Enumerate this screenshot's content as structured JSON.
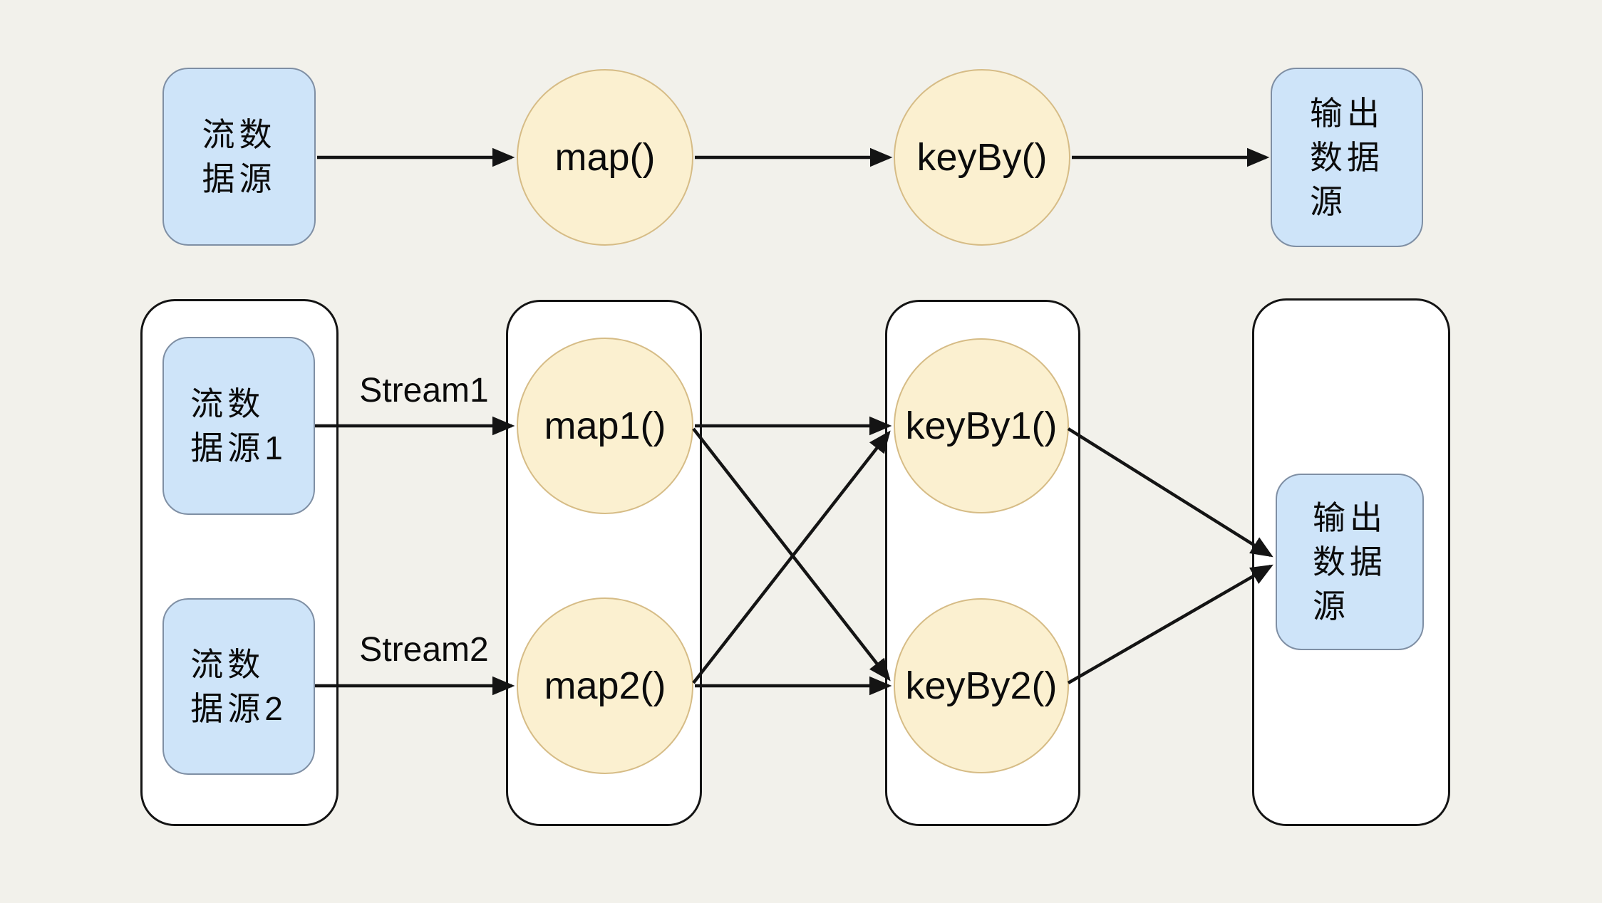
{
  "palette": {
    "background": "#F2F1EB",
    "node_blue_fill": "#CEE4F9",
    "node_blue_border": "#7F8FA4",
    "node_yellow_fill": "#FBF0D0",
    "node_yellow_border": "#D6BC86",
    "container_fill": "#FFFFFF",
    "container_border": "#141414",
    "arrow_color": "#141414",
    "text_color": "#0B0B0B"
  },
  "top_flow": {
    "source": "流数\n据源",
    "map": "map()",
    "keyBy": "keyBy()",
    "output": "输出\n数据\n源"
  },
  "parallel_flow": {
    "source1": "流数\n据源1",
    "source2": "流数\n据源2",
    "stream1": "Stream1",
    "stream2": "Stream2",
    "map1": "map1()",
    "map2": "map2()",
    "keyBy1": "keyBy1()",
    "keyBy2": "keyBy2()",
    "output": "输出\n数据\n源"
  },
  "edges": [
    {
      "from": "source",
      "to": "map()"
    },
    {
      "from": "map()",
      "to": "keyBy()"
    },
    {
      "from": "keyBy()",
      "to": "output"
    },
    {
      "from": "source1",
      "to": "map1()",
      "label": "Stream1"
    },
    {
      "from": "source2",
      "to": "map2()",
      "label": "Stream2"
    },
    {
      "from": "map1()",
      "to": "keyBy1()"
    },
    {
      "from": "map1()",
      "to": "keyBy2()"
    },
    {
      "from": "map2()",
      "to": "keyBy1()"
    },
    {
      "from": "map2()",
      "to": "keyBy2()"
    },
    {
      "from": "keyBy1()",
      "to": "output"
    },
    {
      "from": "keyBy2()",
      "to": "output"
    }
  ]
}
